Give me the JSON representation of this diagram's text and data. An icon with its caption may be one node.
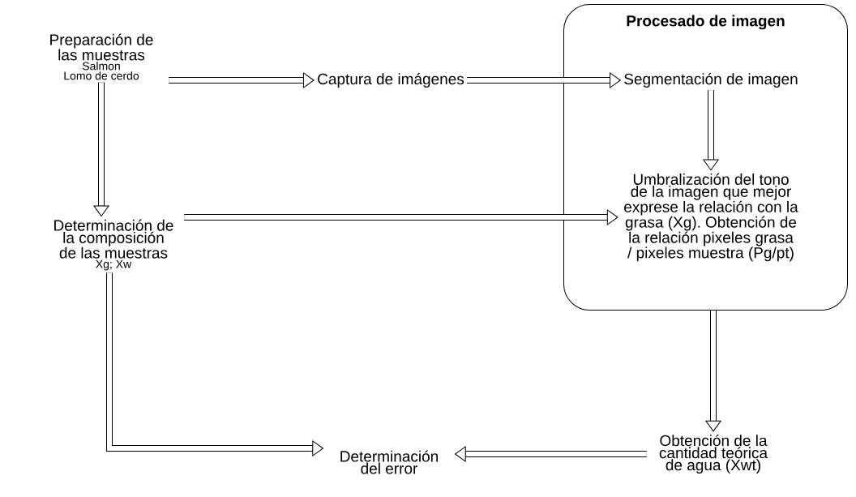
{
  "diagram": {
    "nodes": [
      {
        "text": [
          "Preparación de las muestras",
          "Salmon",
          "Lomo de cerdo"
        ]
      },
      {
        "text": [
          "Captura de imágenes"
        ]
      },
      {
        "text": [
          "Procesado de imagen"
        ]
      },
      {
        "text": [
          "Segmentación de imagen"
        ],
        "in": 2
      },
      {
        "text": [
          "Umbralización del tono de la imagen que mejor exprese la relación con la grasa (Xg). Obtención de la relación pixeles grasa / pixeles muestra (Pg/pt)"
        ],
        "in": 2
      },
      {
        "text": [
          "Determinación de la composición de las muestras",
          "Xg; Xw"
        ]
      },
      {
        "text": [
          "Obtención de la cantidad teórica de agua (Xwt)"
        ]
      },
      {
        "text": [
          "Determinación del error"
        ]
      }
    ],
    "edges": [
      {
        "from": 0,
        "to": 1,
        "arrow": "to"
      },
      {
        "from": 1,
        "to": 3,
        "arrow": "to"
      },
      {
        "from": 3,
        "to": 4,
        "arrow": "to"
      },
      {
        "from": 0,
        "to": 5,
        "arrow": "to"
      },
      {
        "from": 5,
        "to": 4,
        "arrow": "to"
      },
      {
        "from": 2,
        "to": 6,
        "arrow": "to"
      },
      {
        "from": 6,
        "to": 7,
        "arrow": "to"
      },
      {
        "from": 5,
        "to": 7,
        "arrow": "to"
      }
    ]
  }
}
